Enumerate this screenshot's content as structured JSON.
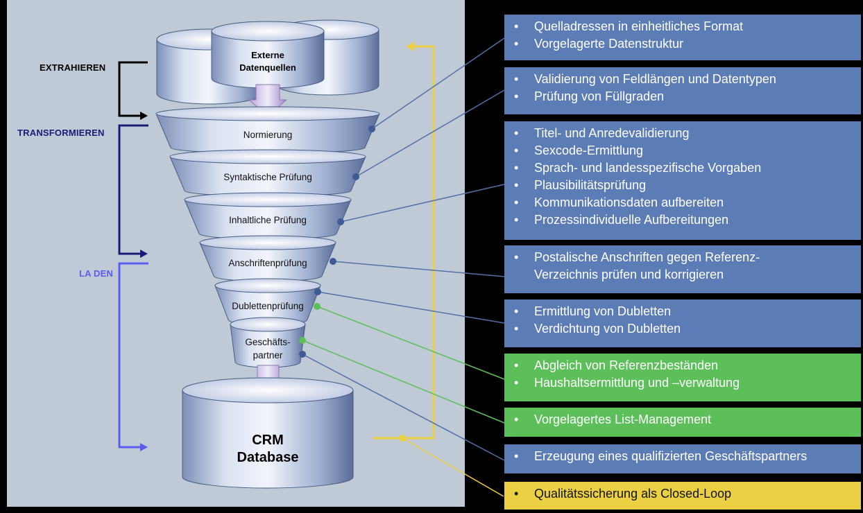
{
  "phases": {
    "extract": "EXTRAHIEREN",
    "transform": "TRANSFORMIEREN",
    "load": "LA DEN"
  },
  "source": {
    "line1": "Externe",
    "line2": "Datenquellen"
  },
  "stages": [
    "Normierung",
    "Syntaktische Prüfung",
    "Inhaltliche Prüfung",
    "Anschriftenprüfung",
    "Dublettenprüfung"
  ],
  "stage_last": {
    "line1": "Geschäfts-",
    "line2": "partner"
  },
  "database": {
    "line1": "CRM",
    "line2": "Database"
  },
  "boxes": [
    {
      "color": "blue",
      "items": [
        "Quelladressen in einheitliches Format",
        "Vorgelagerte Datenstruktur"
      ]
    },
    {
      "color": "blue",
      "items": [
        "Validierung von Feldlängen und Datentypen",
        "Prüfung von Füllgraden"
      ]
    },
    {
      "color": "blue",
      "items": [
        "Titel- und Anredevalidierung",
        "Sexcode-Ermittlung",
        "Sprach- und landesspezifische Vorgaben",
        "Plausibilitätsprüfung",
        "Kommunikationsdaten aufbereiten",
        "Prozessindividuelle Aufbereitungen"
      ]
    },
    {
      "color": "blue",
      "items": [
        "Postalische Anschriften gegen Referenz-Verzeichnis prüfen und korrigieren"
      ]
    },
    {
      "color": "blue",
      "items": [
        "Ermittlung von Dubletten",
        "Verdichtung von Dubletten"
      ]
    },
    {
      "color": "green",
      "items": [
        "Abgleich von Referenzbeständen",
        "Haushaltsermittlung und –verwaltung"
      ]
    },
    {
      "color": "green",
      "items": [
        "Vorgelagertes List-Management"
      ]
    },
    {
      "color": "blue",
      "items": [
        "Erzeugung eines qualifizierten Geschäftspartners"
      ]
    },
    {
      "color": "yellow",
      "items": [
        "Qualitätssicherung als Closed-Loop"
      ]
    }
  ],
  "colors": {
    "blue_box": "#5c7cb6",
    "green_box": "#5cbf5a",
    "yellow_box": "#ecd043",
    "extract": "#000000",
    "transform": "#1c1a78",
    "load": "#5b5bf0",
    "panel": "#bfcad6"
  }
}
